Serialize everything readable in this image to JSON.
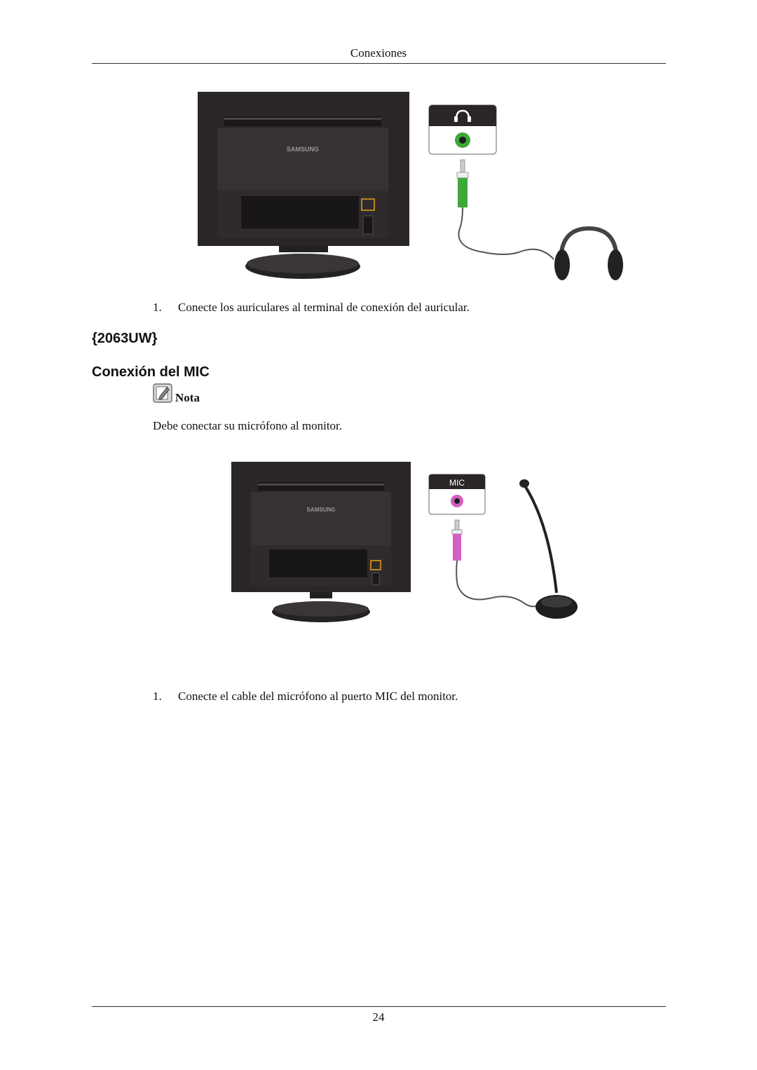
{
  "header": {
    "title": "Conexiones"
  },
  "headphone_figure": {
    "brand_text": "SAMSUNG",
    "port_icon": "headphone-icon"
  },
  "step1": {
    "number": "1.",
    "text": "Conecte los auriculares al terminal de conexión del auricular."
  },
  "model_heading": "{2063UW}",
  "section_heading": "Conexión del MIC",
  "note": {
    "icon": "note-pencil-icon",
    "label": "Nota",
    "text": "Debe conectar su micrófono al monitor."
  },
  "mic_figure": {
    "brand_text": "SAMSUNG",
    "port_label": "MIC"
  },
  "step2": {
    "number": "1.",
    "text": "Conecte el cable del micrófono al puerto MIC del monitor."
  },
  "footer": {
    "page_number": "24"
  },
  "colors": {
    "headphone_jack": "#3ea83a",
    "mic_jack": "#d25fc4",
    "highlight": "#e8a317"
  }
}
